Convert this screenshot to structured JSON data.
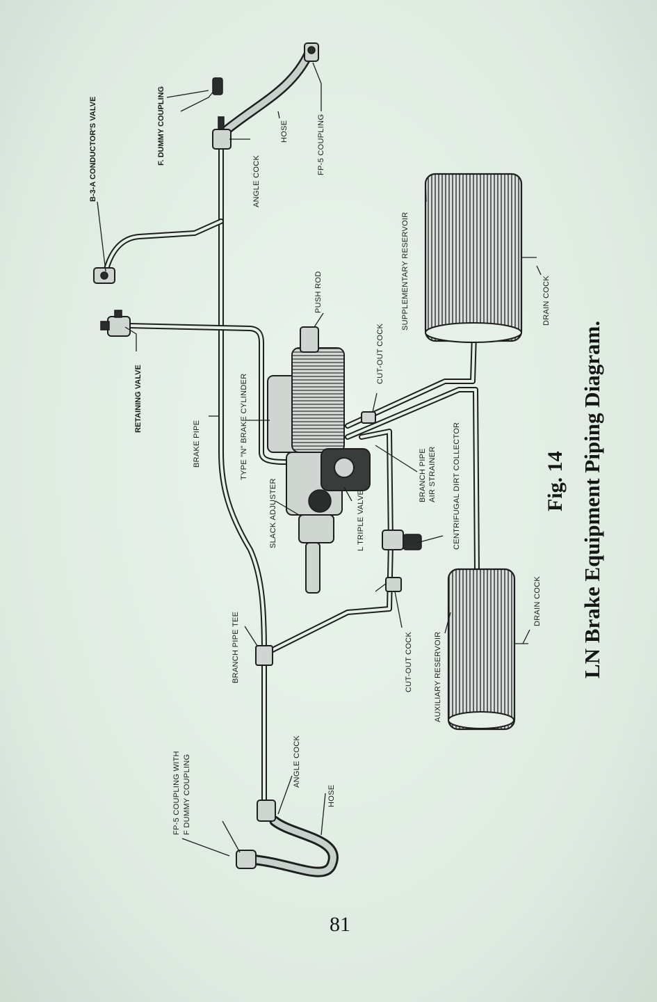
{
  "labels": {
    "conductors_valve": "B-3-A CONDUCTOR'S VALVE",
    "f_dummy_coupling": "F. DUMMY COUPLING",
    "hose_top": "HOSE",
    "angle_cock_top": "ANGLE COCK",
    "fp5_coupling": "FP-5 COUPLING",
    "retaining_valve": "RETAINING VALVE",
    "brake_pipe": "BRAKE PIPE",
    "type_n_brake_cylinder": "TYPE \"N\" BRAKE CYLINDER",
    "push_rod": "PUSH ROD",
    "slack_adjuster": "SLACK ADJUSTER",
    "l_triple_valve": "L TRIPLE VALVE",
    "cut_out_cock_top": "CUT-OUT COCK",
    "branch_pipe_air_strainer_1": "BRANCH PIPE",
    "branch_pipe_air_strainer_2": "AIR STRAINER",
    "centrifugal_dirt_collector": "CENTRIFUGAL DIRT COLLECTOR",
    "supplementary_reservoir": "SUPPLEMENTARY RESERVOIR",
    "drain_cock_top": "DRAIN COCK",
    "drain_cock_bottom": "DRAIN COCK",
    "auxiliary_reservoir": "AUXILIARY RESERVOIR",
    "cut_out_cock_bottom": "CUT-OUT COCK",
    "branch_pipe_tee": "BRANCH PIPE TEE",
    "angle_cock_bottom": "ANGLE COCK",
    "hose_bottom": "HOSE",
    "fp5_with_dummy_1": "FP-5 COUPLING WITH",
    "fp5_with_dummy_2": "F DUMMY COUPLING"
  },
  "caption": {
    "fig": "Fig. 14",
    "title": "LN Brake Equipment Piping Diagram."
  },
  "page_number": "81"
}
